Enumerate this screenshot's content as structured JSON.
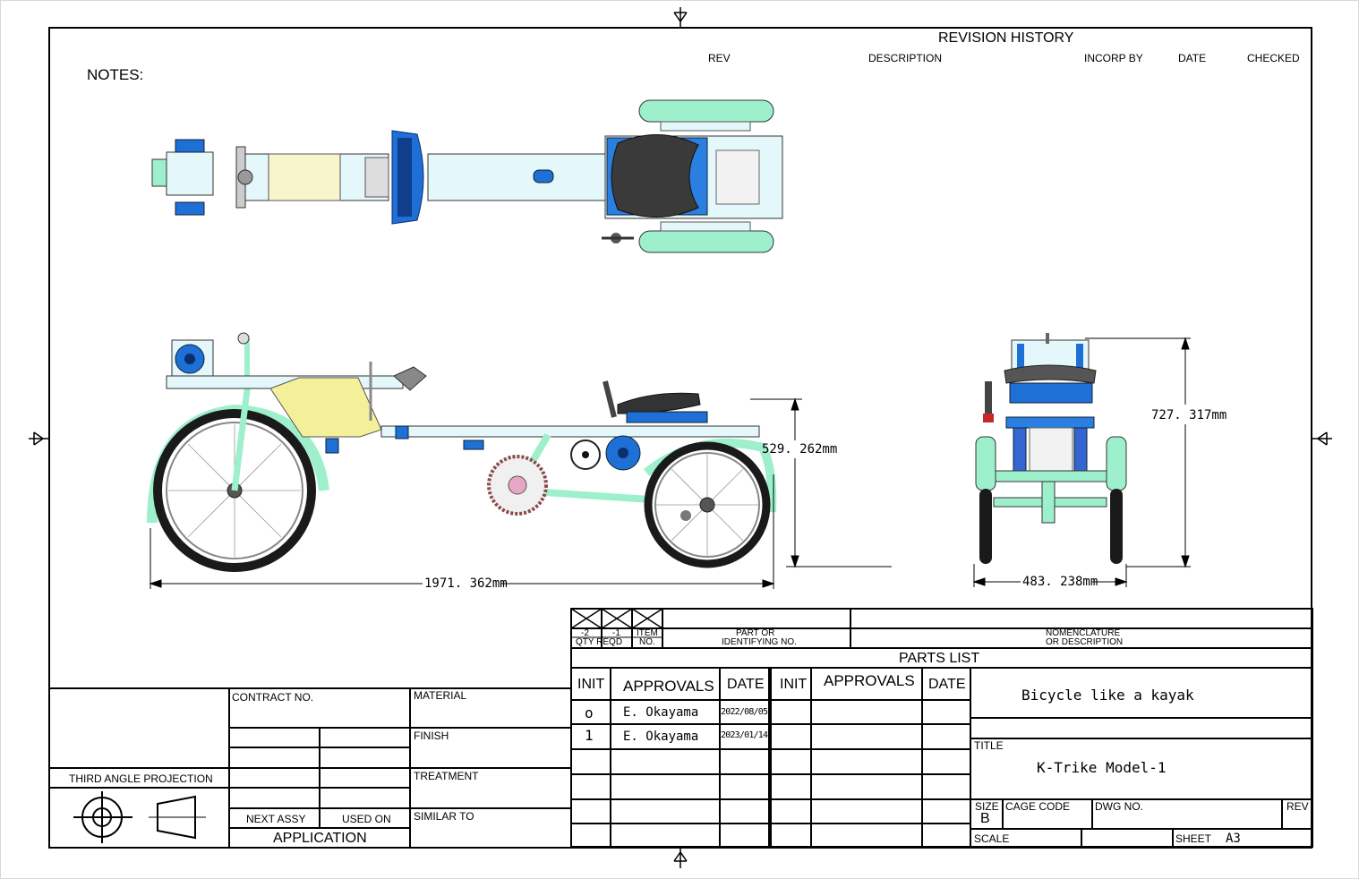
{
  "notes_label": "NOTES:",
  "revision": {
    "title": "REVISION HISTORY",
    "columns": [
      "REV",
      "DESCRIPTION",
      "INCORP BY",
      "DATE",
      "CHECKED"
    ]
  },
  "dimensions": {
    "overall_length": "1971. 362mm",
    "height_side": "529. 262mm",
    "height_front": "727. 317mm",
    "width_front": "483. 238mm"
  },
  "parts_list": {
    "col_qty1": "-2",
    "col_qty2": "-1",
    "col_item": "ITEM",
    "col_no": "NO.",
    "col_qty_reqd": "QTY REQD",
    "col_part": "PART  OR",
    "col_part2": "IDENTIFYING NO.",
    "col_nomen": "NOMENCLATURE",
    "col_nomen2": "OR DESCRIPTION",
    "title": "PARTS LIST"
  },
  "approvals": {
    "headers": [
      "INIT",
      "APPROVALS",
      "DATE",
      "INIT",
      "APPROVALS",
      "DATE"
    ],
    "rows": [
      {
        "init": "o",
        "name": "E. Okayama",
        "date": "2022/08/05"
      },
      {
        "init": "1",
        "name": "E. Okayama",
        "date": "2023/01/14"
      }
    ]
  },
  "title_block": {
    "description": "Bicycle like a kayak",
    "title_label": "TITLE",
    "title": "K-Trike  Model-1",
    "size_label": "SIZE",
    "size": "B",
    "cage_code": "CAGE CODE",
    "dwg_no": "DWG NO.",
    "rev": "REV",
    "scale": "SCALE",
    "sheet": "SHEET",
    "sheet_value": "A3"
  },
  "left_block": {
    "contract_no": "CONTRACT NO.",
    "material": "MATERIAL",
    "finish": "FINISH",
    "treatment": "TREATMENT",
    "similar_to": "SIMILAR TO",
    "projection": "THIRD  ANGLE  PROJECTION",
    "next_assy": "NEXT ASSY",
    "used_on": "USED ON",
    "application": "APPLICATION"
  },
  "colors": {
    "frame_mint": "#9ef0cc",
    "frame_light": "#e4f7fb",
    "accent_blue": "#1e6fd6",
    "chainguard_yellow": "#f4f09a",
    "seat_dark": "#3a3a3a",
    "tire": "#1a1a1a"
  }
}
